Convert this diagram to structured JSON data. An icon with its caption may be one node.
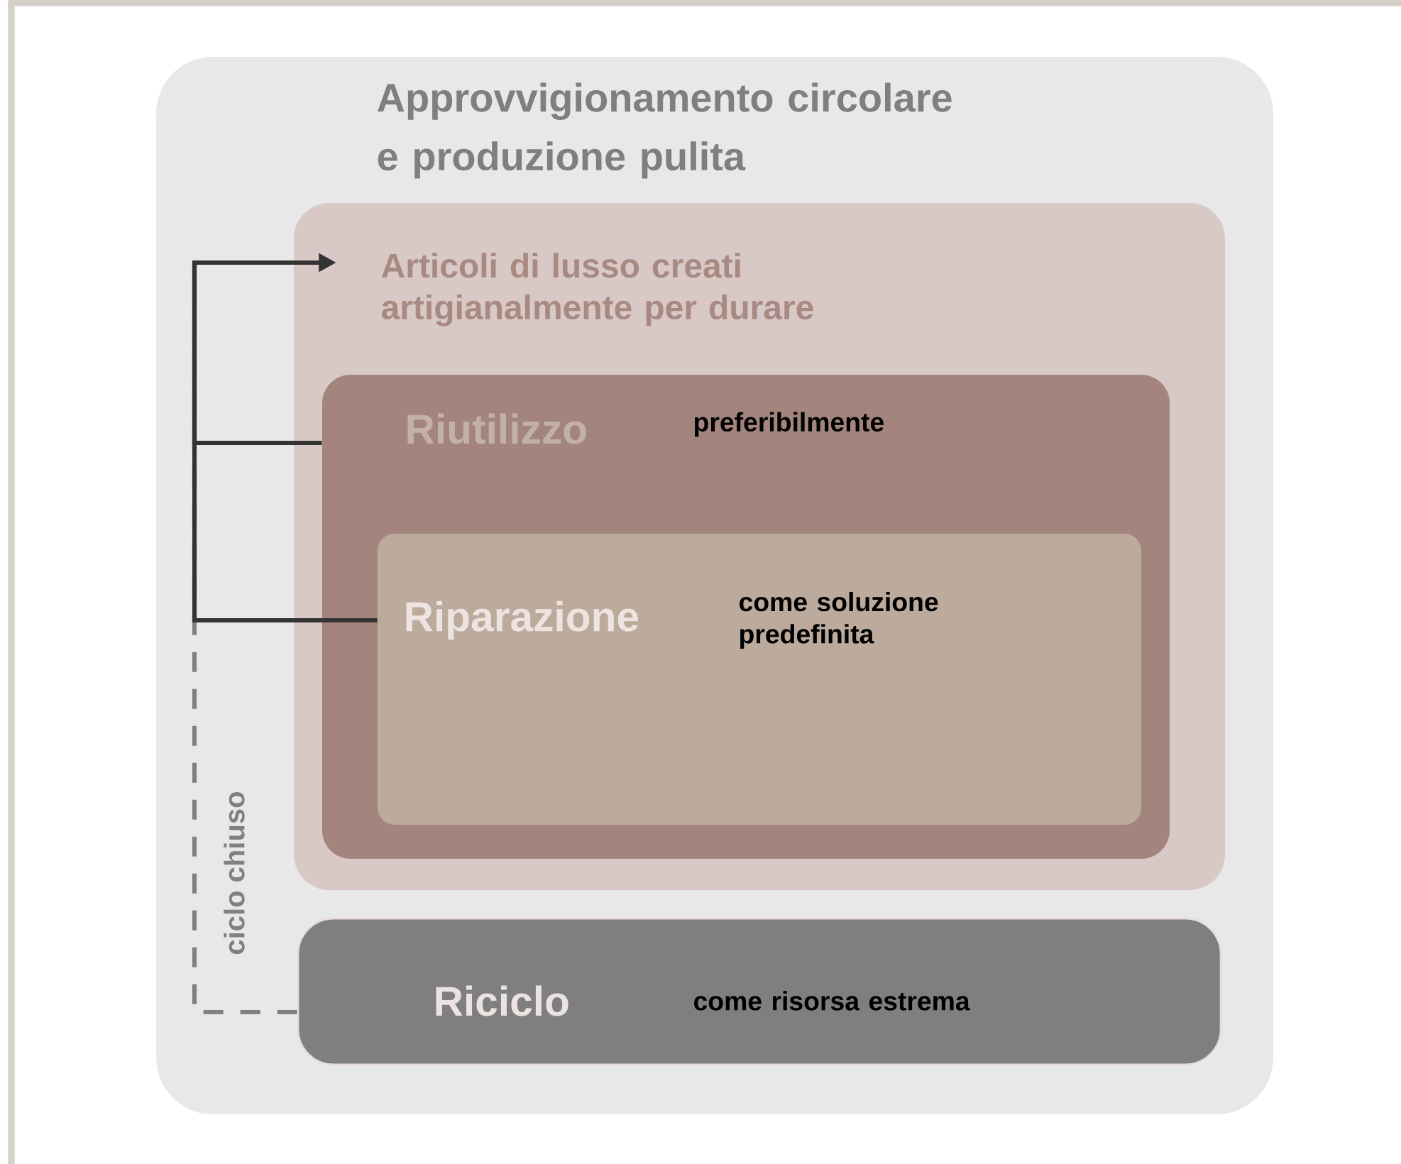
{
  "diagram": {
    "nodes": [
      {
        "text": [
          "Approvvigionamento circolare e produzione pulita"
        ]
      },
      {
        "text": [
          "Articoli di lusso creati artigianalmente per durare"
        ],
        "in": 0
      },
      {
        "text": [
          "Riutilizzo",
          "preferibilmente"
        ],
        "in": 1
      },
      {
        "text": [
          "Riparazione",
          "come soluzione predefinita"
        ],
        "in": 2
      },
      {
        "text": [
          "Riciclo",
          "come risorsa estrema"
        ],
        "in": 0
      }
    ],
    "edges": [
      {
        "from": 4,
        "to": 1,
        "arrow": "to",
        "label": "ciclo chiuso",
        "style": "dashed",
        "color": "#808080"
      },
      {
        "from": 2,
        "to": 1,
        "arrow": "to"
      },
      {
        "from": 3,
        "to": 1,
        "arrow": "to"
      }
    ]
  }
}
